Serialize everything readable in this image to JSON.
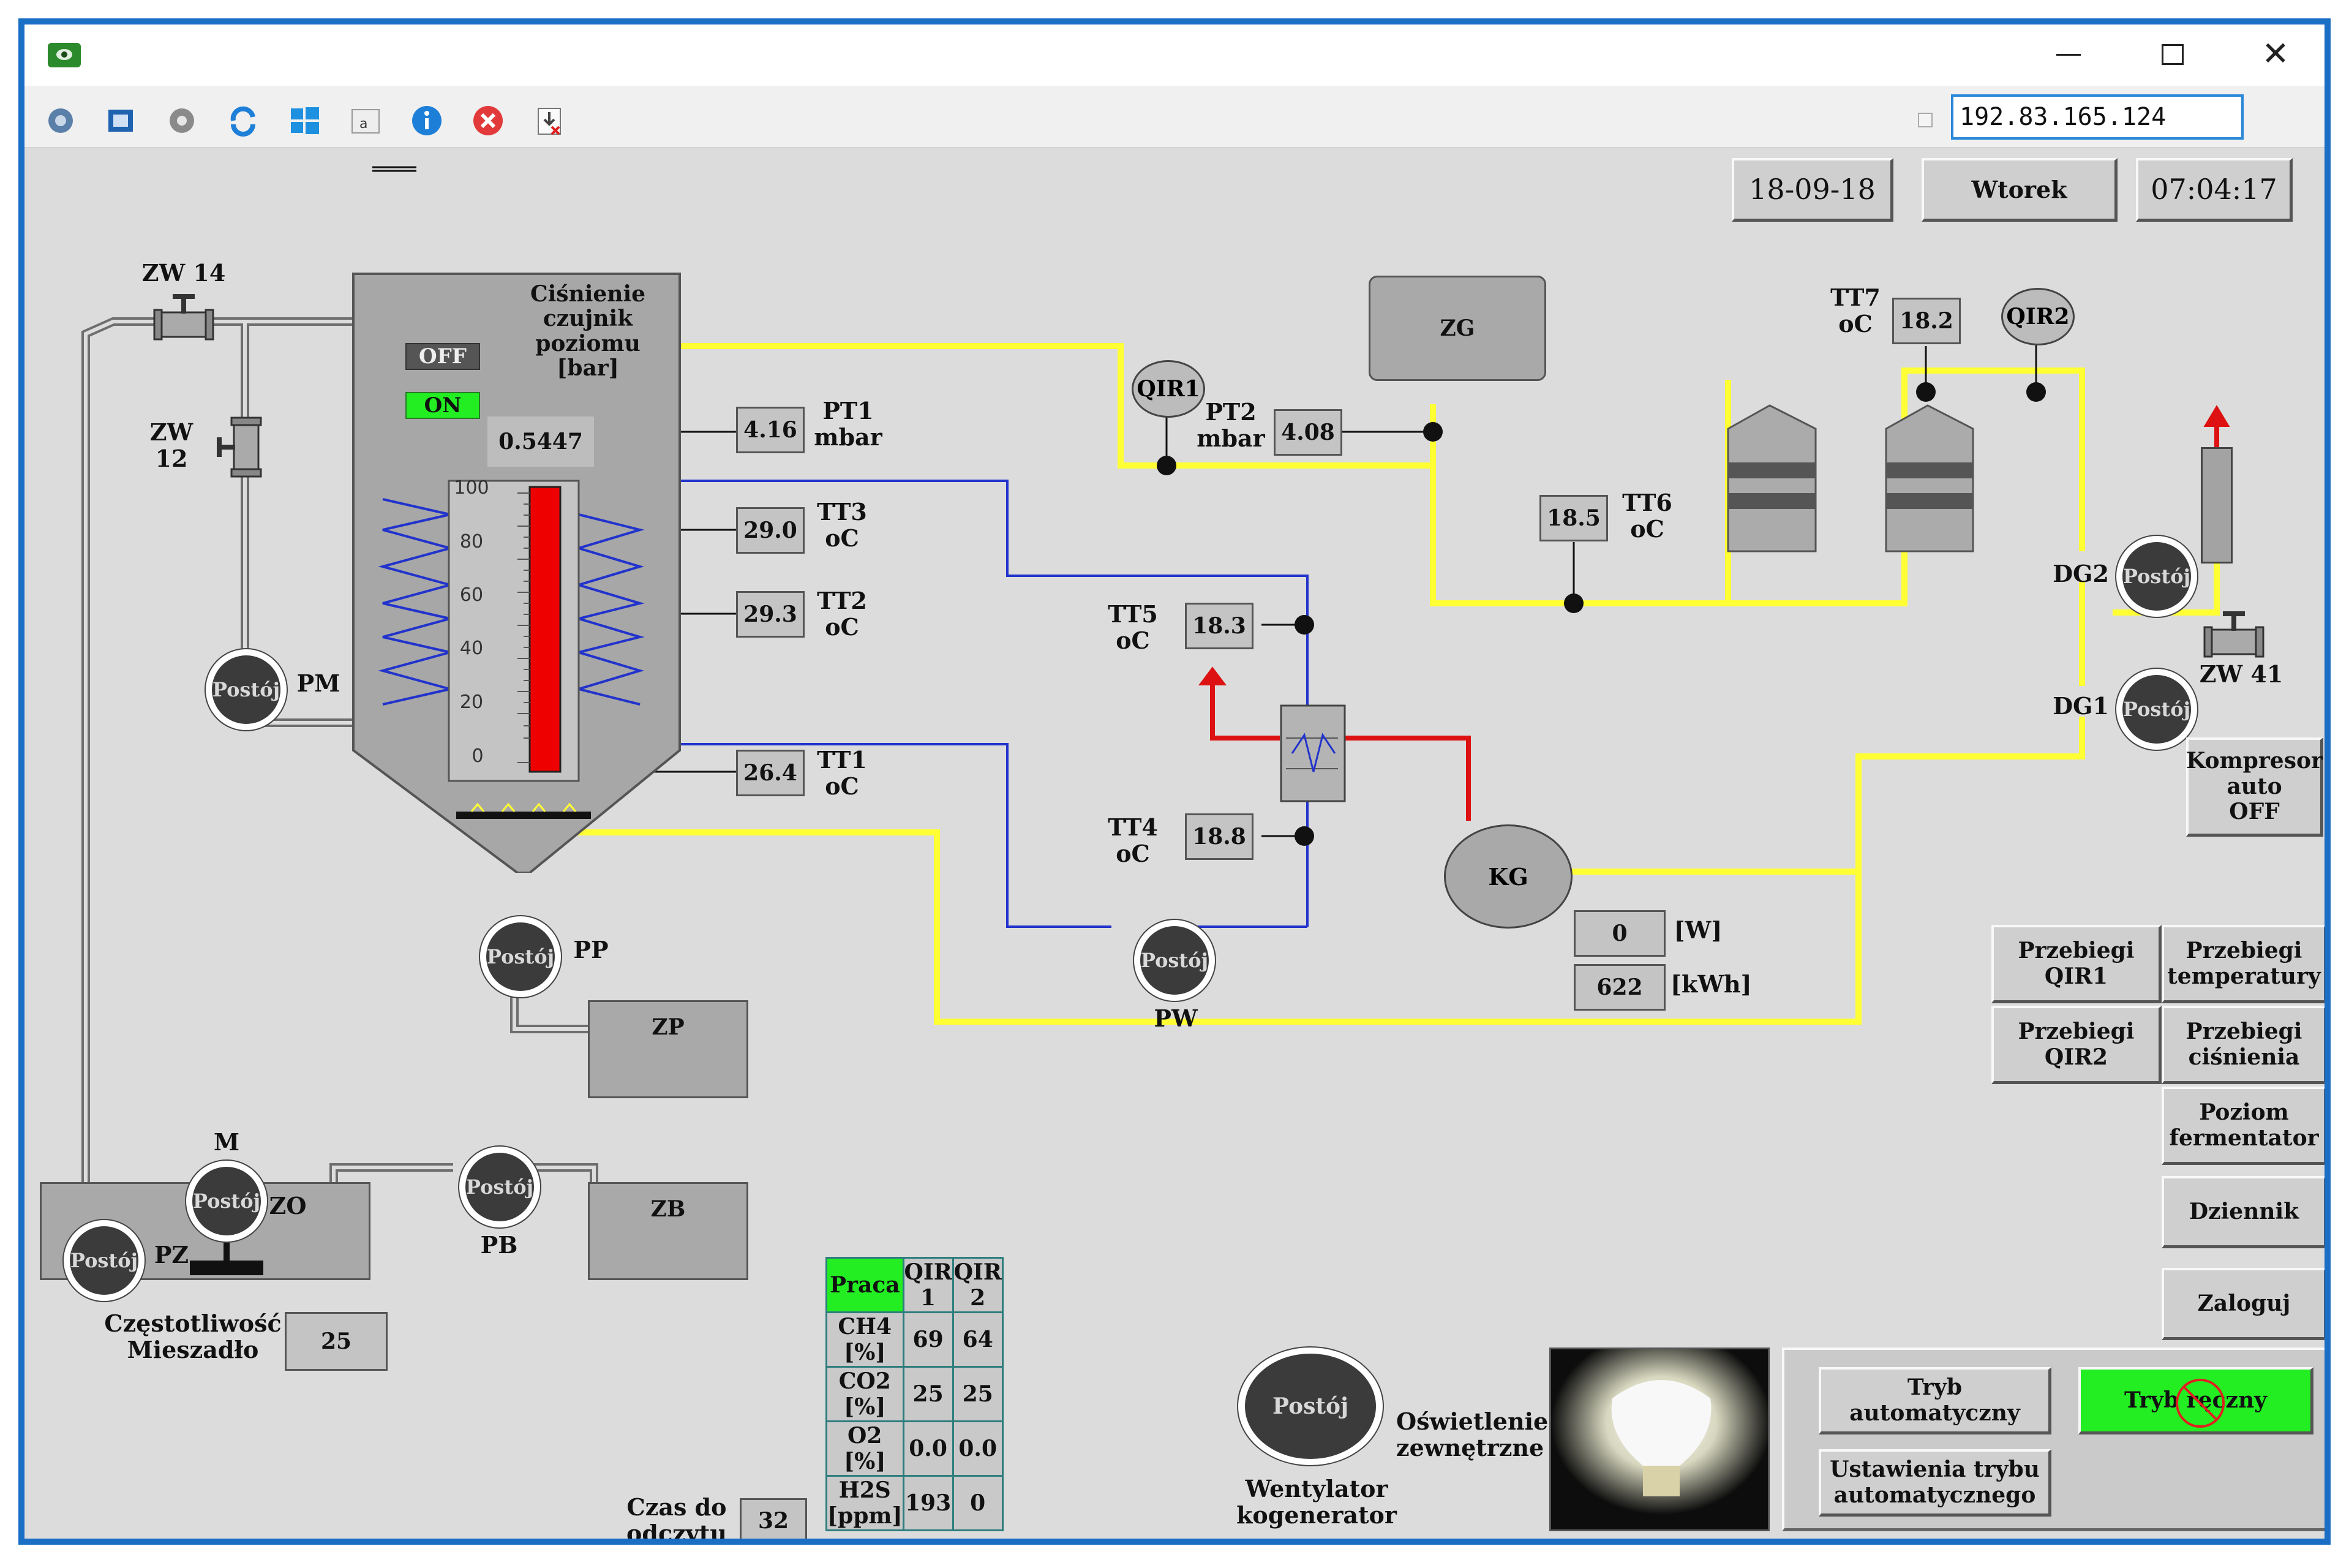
{
  "window": {
    "ip_address": "192.83.165.124",
    "date": "18-09-18",
    "day": "Wtorek",
    "time": "07:04:17"
  },
  "toolbar_icons": [
    "network-icon",
    "fullscreen-icon",
    "settings-gear-icon",
    "refresh-icon",
    "windows-icon",
    "text-icon",
    "info-icon",
    "close-circle-icon",
    "download-icon"
  ],
  "valves": {
    "zw14": "ZW 14",
    "zw12": "ZW\n12",
    "zw41": "ZW 41"
  },
  "tank": {
    "title": "Ciśnienie\nczujnik\npoziomu\n[bar]",
    "off_label": "OFF",
    "on_label": "ON",
    "pressure_value": "0.5447",
    "scale_ticks": [
      "100",
      "80",
      "60",
      "40",
      "20",
      "0"
    ],
    "level_percent": 98
  },
  "sensors": {
    "pt1": {
      "value": "4.16",
      "label": "PT1\nmbar"
    },
    "tt3": {
      "value": "29.0",
      "label": "TT3\noC"
    },
    "tt2": {
      "value": "29.3",
      "label": "TT2\noC"
    },
    "tt1": {
      "value": "26.4",
      "label": "TT1\noC"
    },
    "pt2": {
      "value": "4.08",
      "label": "PT2\nmbar"
    },
    "tt5": {
      "value": "18.3",
      "label": "TT5\noC"
    },
    "tt4": {
      "value": "18.8",
      "label": "TT4\noC"
    },
    "tt6": {
      "value": "18.5",
      "label": "TT6\noC"
    },
    "tt7": {
      "value": "18.2",
      "label": "TT7\noC"
    }
  },
  "analyzers": {
    "qir1": "QIR1",
    "qir2": "QIR2"
  },
  "pumps": {
    "state": "Postój",
    "pm": "PM",
    "pp": "PP",
    "pw": "PW",
    "m": "M",
    "pb": "PB",
    "pz": "PZ",
    "dg1": "DG1",
    "dg2": "DG2"
  },
  "tanks": {
    "zg": "ZG",
    "zp": "ZP",
    "zo": "ZO",
    "zb": "ZB",
    "kg": "KG"
  },
  "power": {
    "w_value": "0",
    "w_unit": "[W]",
    "kwh_value": "622",
    "kwh_unit": "[kWh]"
  },
  "mixer": {
    "label": "Częstotliwość\nMieszadło",
    "value": "25"
  },
  "read_time": {
    "label": "Czas do\nodczytu",
    "value": "32"
  },
  "gas_table": {
    "header": [
      "Praca",
      "QIR 1",
      "QIR 2"
    ],
    "rows": [
      [
        "CH4 [%]",
        "69",
        "64"
      ],
      [
        "CO2 [%]",
        "25",
        "25"
      ],
      [
        "O2 [%]",
        "0.0",
        "0.0"
      ],
      [
        "H2S [ppm]",
        "193",
        "0"
      ]
    ]
  },
  "fan": {
    "state": "Postój",
    "label": "Wentylator\nkogenerator"
  },
  "lighting": {
    "label": "Oświetlenie\nzewnętrzne"
  },
  "buttons": {
    "kompresor": "Kompresor\nauto\nOFF",
    "przebiegi_qir1": "Przebiegi\nQIR1",
    "przebiegi_temp": "Przebiegi\ntemperatury",
    "przebiegi_qir2": "Przebiegi\nQIR2",
    "przebiegi_cisn": "Przebiegi\nciśnienia",
    "poziom": "Poziom\nfermentator",
    "dziennik": "Dziennik",
    "zaloguj": "Zaloguj",
    "tryb_auto": "Tryb\nautomatyczny",
    "tryb_reczny": "Tryb ręczny",
    "ustawienia": "Ustawienia trybu\nautomatycznego"
  },
  "colors": {
    "gas_line": "#ffff33",
    "water_line": "#2233cc",
    "hot_line": "#dd1111",
    "active": "#22ee22",
    "window_border": "#1a6fc4"
  }
}
